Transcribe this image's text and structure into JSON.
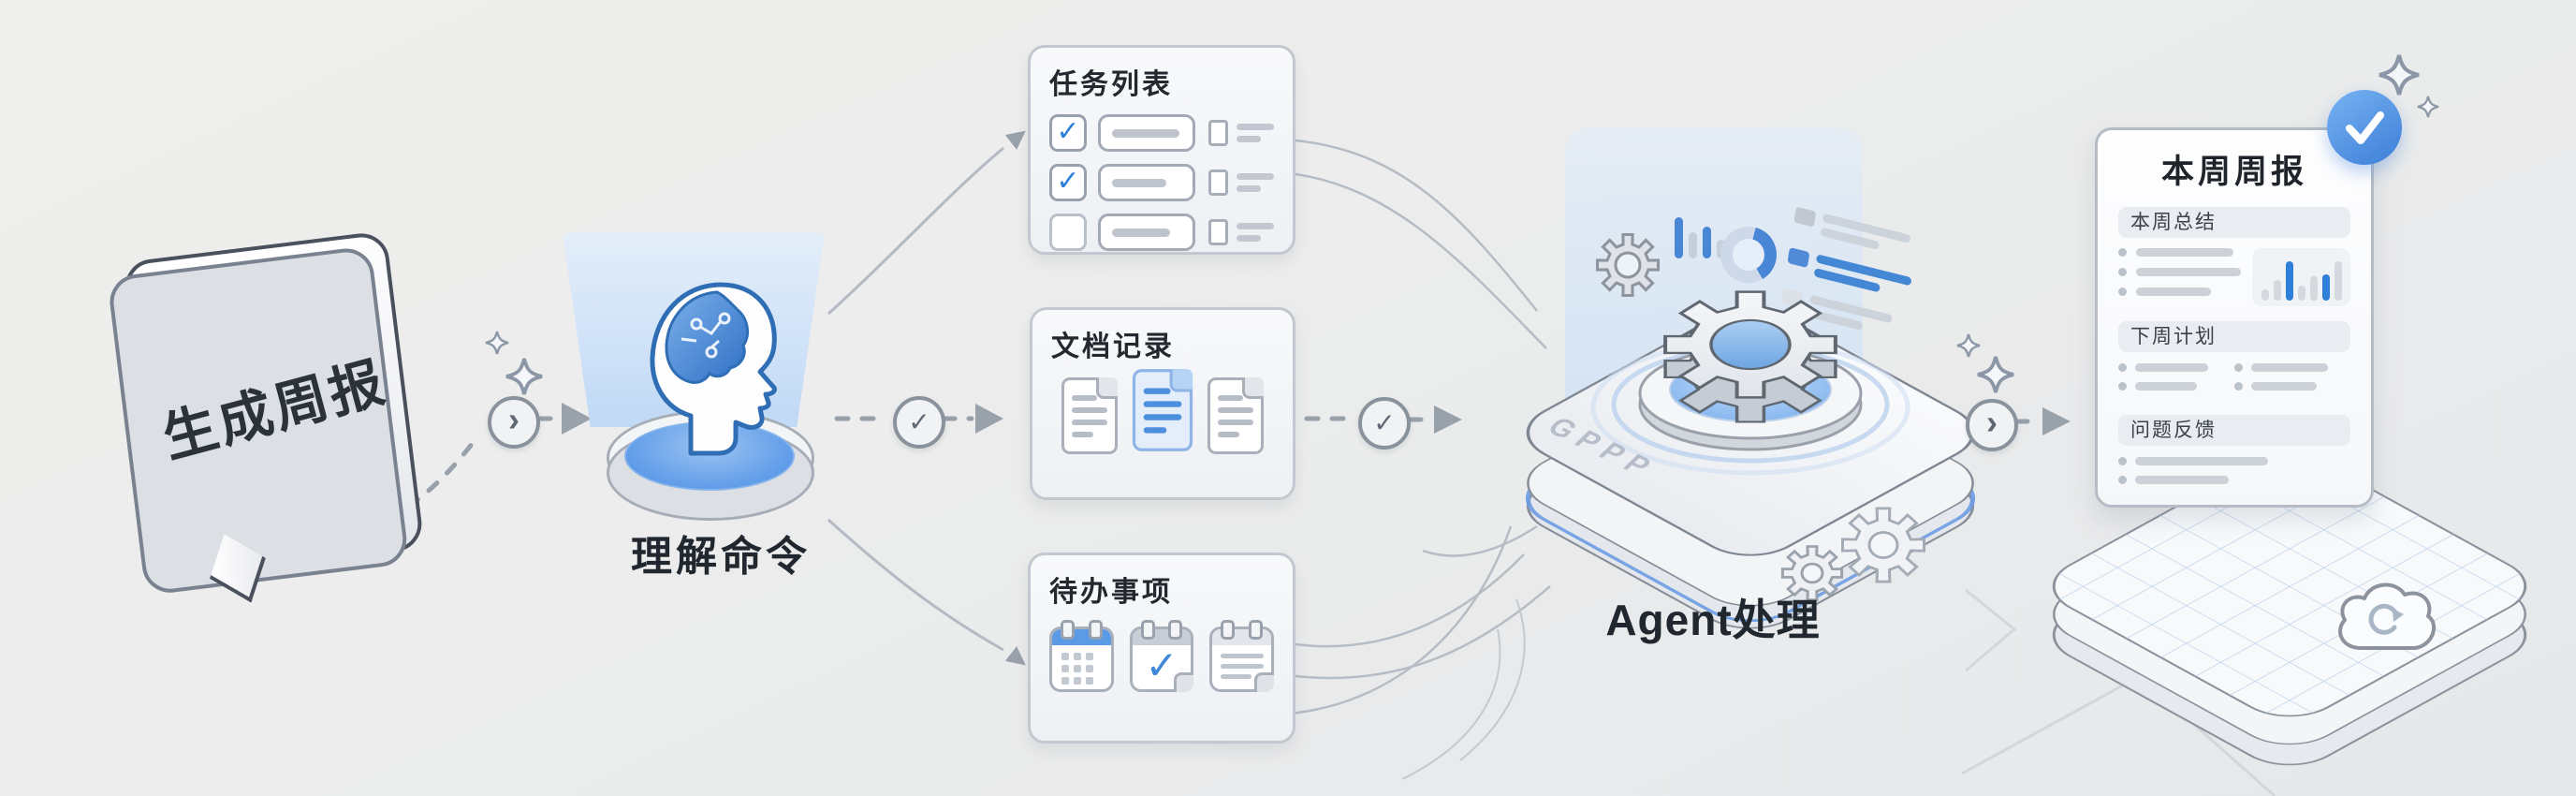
{
  "flow": {
    "input": {
      "label": "生成周报"
    },
    "understand": {
      "label": "理解命令"
    },
    "cards": {
      "tasks": {
        "title": "任务列表",
        "rows": [
          {
            "checked": true
          },
          {
            "checked": true
          },
          {
            "checked": false
          }
        ]
      },
      "docs": {
        "title": "文档记录"
      },
      "todos": {
        "title": "待办事项"
      }
    },
    "agent": {
      "label": "Agent处理",
      "platform_glyphs": "GPPP",
      "screen": {
        "bars": [
          {
            "h": 44,
            "c": "blue"
          },
          {
            "h": 28,
            "c": "grey"
          },
          {
            "h": 34,
            "c": "blue"
          },
          {
            "h": 20,
            "c": "grey"
          },
          {
            "h": 16,
            "c": "blue"
          },
          {
            "h": 12,
            "c": "grey"
          },
          {
            "h": 14,
            "c": "blue"
          }
        ]
      }
    },
    "report": {
      "title": "本周周报",
      "sections": {
        "summary": {
          "title": "本周总结"
        },
        "plan": {
          "title": "下周计划"
        },
        "feedback": {
          "title": "问题反馈"
        }
      },
      "mini_chart": {
        "bars": [
          {
            "h": 12,
            "c": "grey"
          },
          {
            "h": 22,
            "c": "grey"
          },
          {
            "h": 42,
            "c": "blue"
          },
          {
            "h": 16,
            "c": "grey"
          },
          {
            "h": 26,
            "c": "grey"
          },
          {
            "h": 28,
            "c": "blue"
          },
          {
            "h": 42,
            "c": "grey"
          }
        ]
      }
    }
  },
  "colors": {
    "background": "#ecedec",
    "accent_blue": "#3b82d6",
    "outline_grey": "#8a929c"
  }
}
